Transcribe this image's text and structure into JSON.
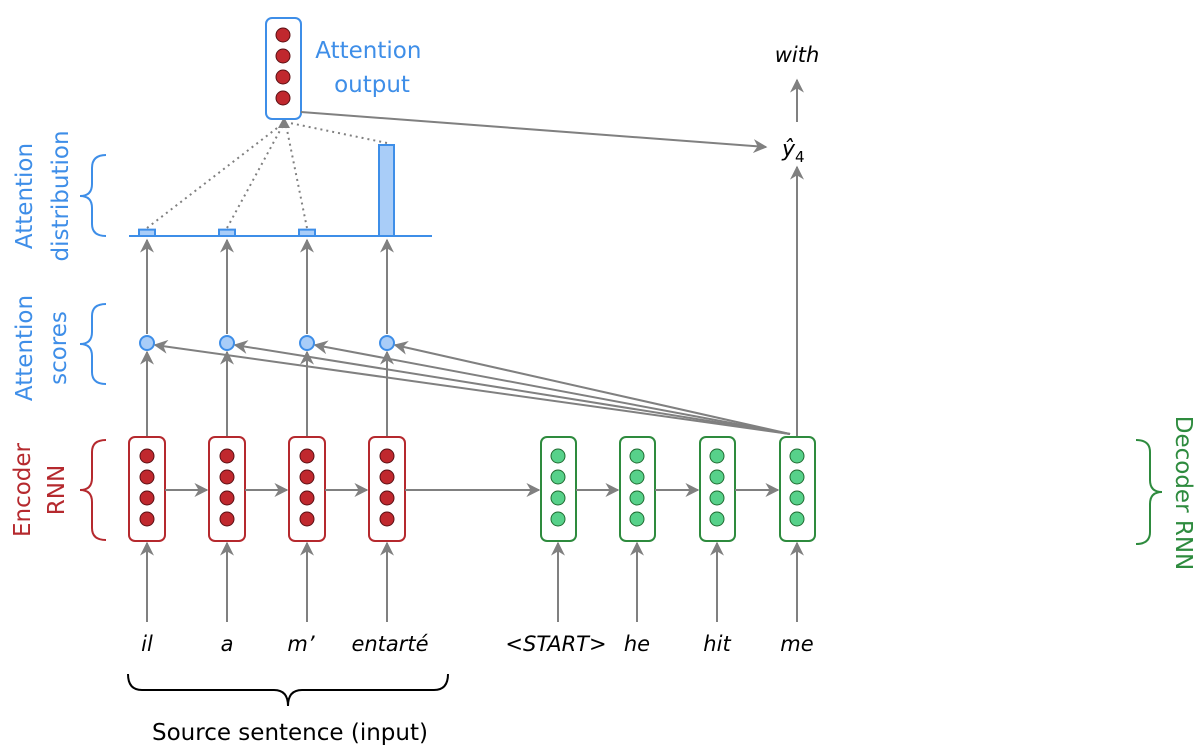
{
  "colors": {
    "encoder": "#b5292e",
    "encoder_dot": "#c0282e",
    "decoder": "#2e8b3e",
    "decoder_dot": "#57d18a",
    "attention": "#3e8ee8",
    "attention_fill": "#a9cdf8",
    "arrow": "#808080",
    "text": "#000000"
  },
  "labels": {
    "attention_output_line1": "Attention",
    "attention_output_line2": "output",
    "attention_distribution_line1": "Attention",
    "attention_distribution_line2": "distribution",
    "attention_scores_line1": "Attention",
    "attention_scores_line2": "scores",
    "encoder_line1": "Encoder",
    "encoder_line2": "RNN",
    "decoder": "Decoder RNN",
    "source_sentence": "Source sentence (input)",
    "output_word": "with",
    "y_hat": "ŷ",
    "y_hat_sub": "4"
  },
  "source_words": [
    "il",
    "a",
    "m’",
    "entarté"
  ],
  "target_words": [
    "<START>",
    "he",
    "hit",
    "me"
  ],
  "attention_weights": [
    0.07,
    0.07,
    0.07,
    1.0
  ]
}
